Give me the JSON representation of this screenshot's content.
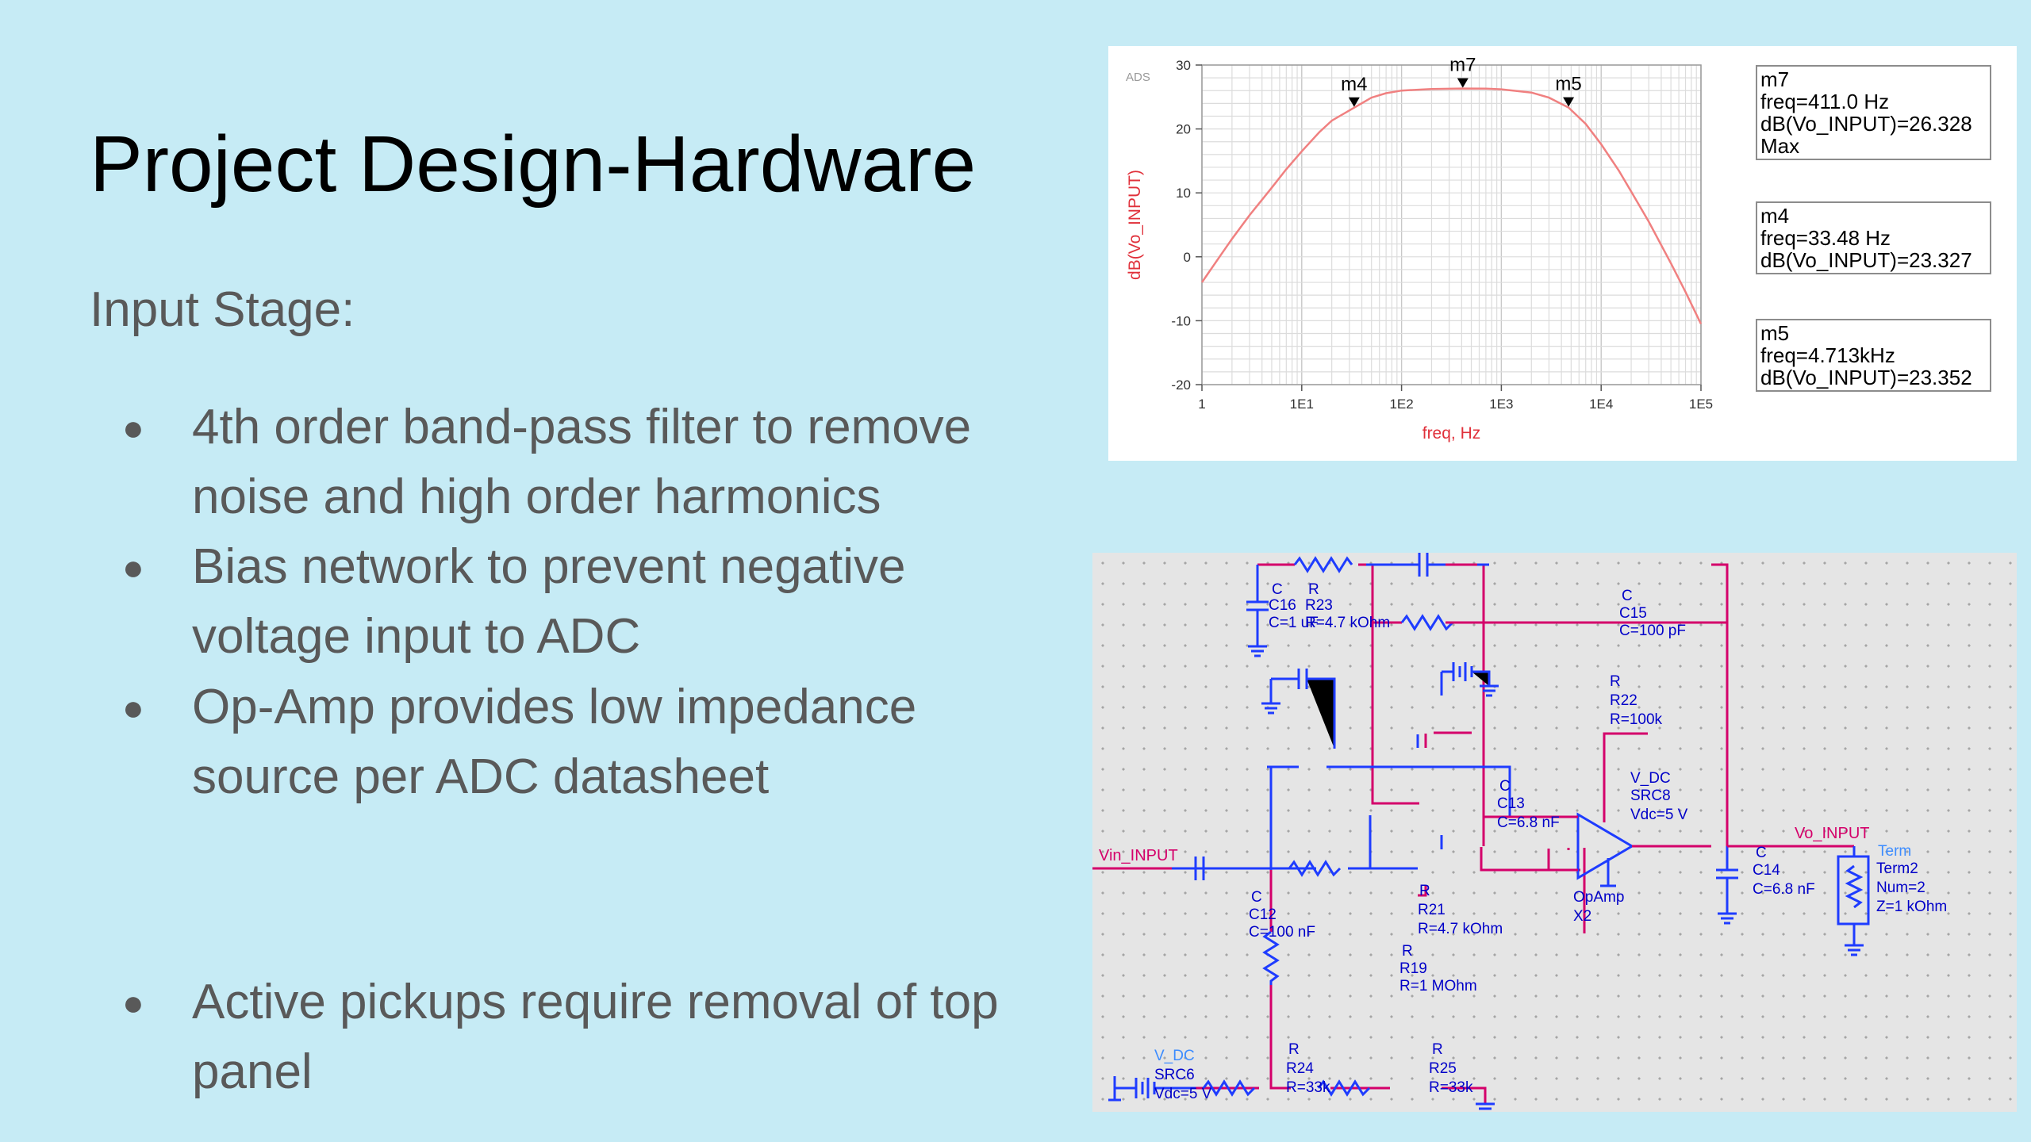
{
  "slide": {
    "title": "Project Design-Hardware",
    "subtitle": "Input Stage:",
    "bullets": [
      {
        "lines": [
          "4th order band-pass filter to remove",
          "noise and high order harmonics"
        ]
      },
      {
        "lines": [
          "Bias network to prevent negative",
          "voltage input to ADC"
        ]
      },
      {
        "lines": [
          "Op-Amp provides low impedance",
          "source per ADC datasheet"
        ]
      },
      {
        "lines": [
          "Active pickups require removal of top",
          "panel"
        ]
      }
    ]
  },
  "chart_data": {
    "type": "line",
    "logo": "ADS",
    "xlabel": "freq, Hz",
    "ylabel": "dB(Vo_INPUT)",
    "xscale": "log",
    "xlim": [
      1,
      100000
    ],
    "ylim": [
      -20,
      30
    ],
    "xticks": [
      1,
      10,
      100,
      1000,
      10000,
      100000
    ],
    "xtick_labels": [
      "1",
      "1E1",
      "1E2",
      "1E3",
      "1E4",
      "1E5"
    ],
    "yticks": [
      -20,
      -10,
      0,
      10,
      20,
      30
    ],
    "ytick_labels": [
      "-20",
      "-10",
      "0",
      "10",
      "20",
      "30"
    ],
    "grid": true,
    "series": [
      {
        "color": "#f08080",
        "x": [
          1,
          1.5,
          2,
          3,
          5,
          7,
          10,
          15,
          20,
          33.48,
          50,
          70,
          100,
          200,
          411,
          700,
          1000,
          2000,
          3000,
          4713,
          7000,
          10000,
          15000,
          20000,
          30000,
          50000,
          70000,
          100000
        ],
        "y": [
          -4,
          0,
          2.8,
          6.5,
          10.8,
          13.7,
          16.5,
          19.5,
          21.3,
          23.327,
          24.9,
          25.6,
          26.0,
          26.25,
          26.328,
          26.3,
          26.2,
          25.7,
          24.9,
          23.352,
          20.8,
          17.6,
          13.5,
          10.2,
          5.5,
          -1.0,
          -5.5,
          -10.5
        ]
      }
    ],
    "markers": [
      {
        "name": "m4",
        "x": 33.48,
        "y": 23.327,
        "lines": [
          "m4",
          "freq=33.48 Hz",
          "dB(Vo_INPUT)=23.327"
        ]
      },
      {
        "name": "m7",
        "x": 411,
        "y": 26.328,
        "lines": [
          "m7",
          "freq=411.0 Hz",
          "dB(Vo_INPUT)=26.328",
          "Max"
        ]
      },
      {
        "name": "m5",
        "x": 4713,
        "y": 23.352,
        "lines": [
          "m5",
          "freq=4.713kHz",
          "dB(Vo_INPUT)=23.352"
        ]
      }
    ],
    "marker_box_order": [
      "m7",
      "m4",
      "m5"
    ]
  },
  "schematic": {
    "net_labels": {
      "input": "Vin_INPUT",
      "output": "Vo_INPUT"
    },
    "components": {
      "c16": [
        "C",
        "C16",
        "C=1 uF"
      ],
      "r23": [
        "R",
        "R23",
        "R=4.7 kOhm"
      ],
      "c15": [
        "C",
        "C15",
        "C=100 pF"
      ],
      "r22": [
        "R",
        "R22",
        "R=100k"
      ],
      "src8": [
        "V_DC",
        "SRC8",
        "Vdc=5 V"
      ],
      "c13": [
        "C",
        "C13",
        "C=6.8 nF"
      ],
      "c12": [
        "C",
        "C12",
        "C=100 nF"
      ],
      "r21": [
        "R",
        "R21",
        "R=4.7 kOhm"
      ],
      "r19": [
        "R",
        "R19",
        "R=1 MOhm"
      ],
      "opamp": [
        "OpAmp",
        "X2"
      ],
      "c14": [
        "C",
        "C14",
        "C=6.8 nF"
      ],
      "term2": [
        "Term",
        "Term2",
        "Num=2",
        "Z=1 kOhm"
      ],
      "src6": [
        "V_DC",
        "SRC6",
        "Vdc=5 V"
      ],
      "r24": [
        "R",
        "R24",
        "R=33k"
      ],
      "r25": [
        "R",
        "R25",
        "R=33k"
      ]
    }
  }
}
